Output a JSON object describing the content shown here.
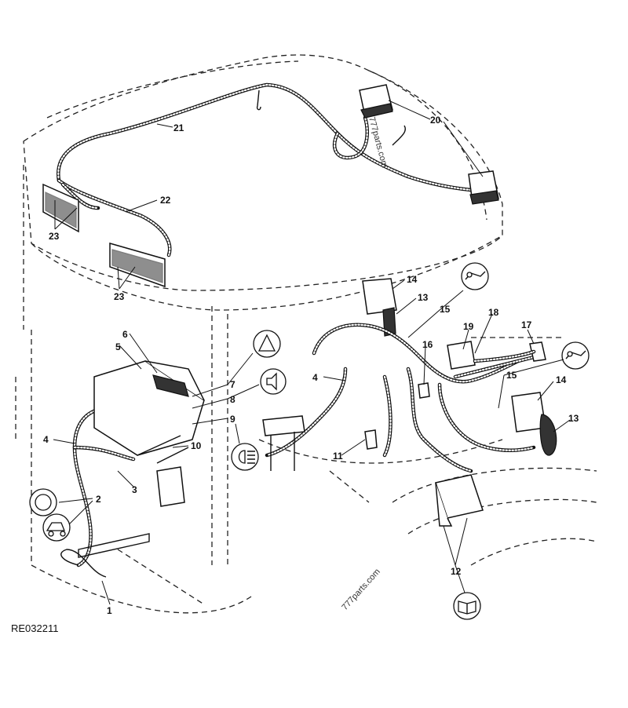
{
  "reference_code": "RE032211",
  "watermarks": [
    "777parts.com",
    "777parts.com"
  ],
  "callouts": [
    "1",
    "2",
    "3",
    "4",
    "4",
    "5",
    "6",
    "7",
    "8",
    "9",
    "10",
    "11",
    "12",
    "13",
    "13",
    "14",
    "14",
    "15",
    "15",
    "16",
    "17",
    "18",
    "19",
    "20",
    "21",
    "22",
    "23",
    "23"
  ],
  "icons": [
    "hazard-triangle-icon",
    "horn-icon",
    "headlight-icon",
    "beacon-icon",
    "tractor-icon",
    "manual-book-icon",
    "work-light-icon",
    "work-light-icon"
  ]
}
